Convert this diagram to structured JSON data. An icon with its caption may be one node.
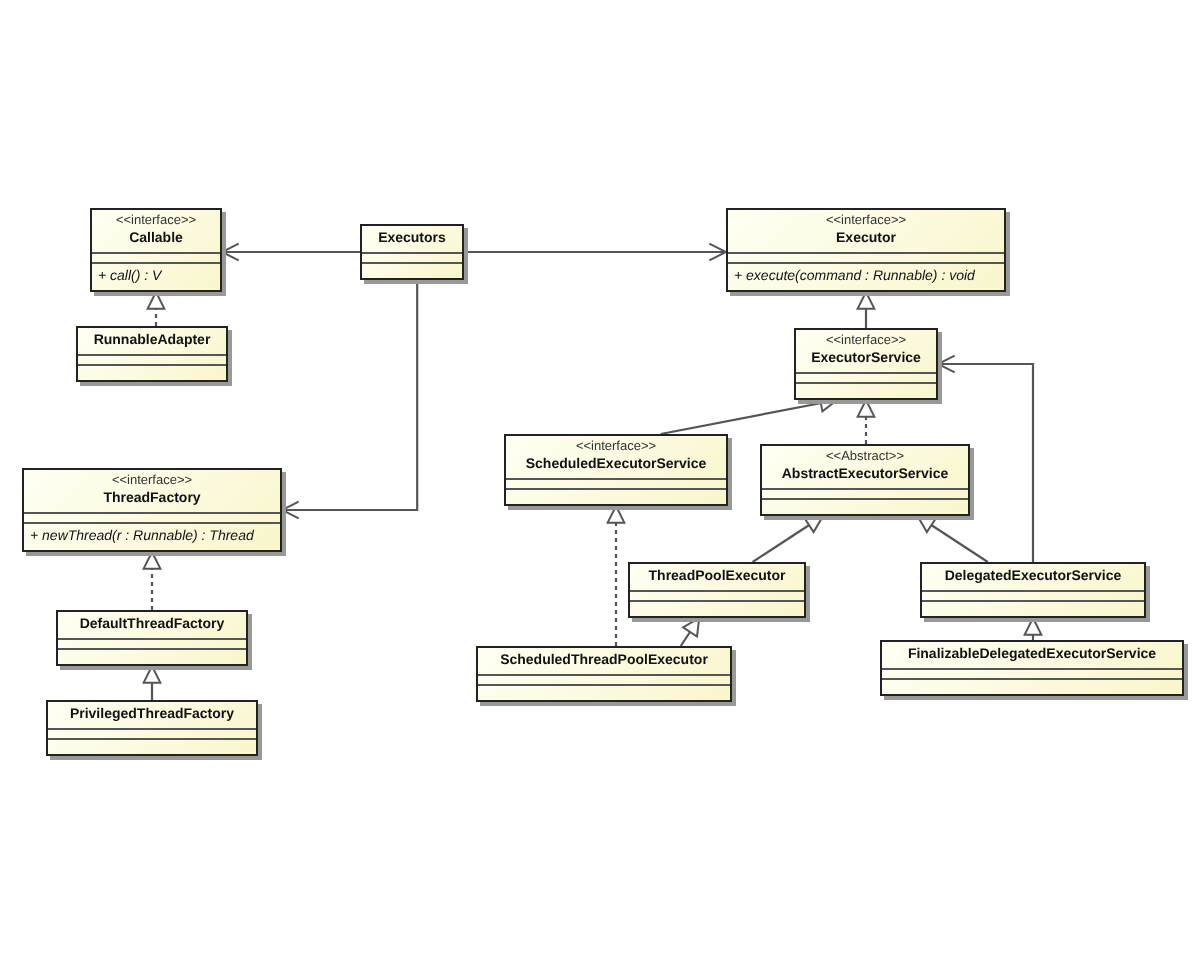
{
  "diagram": {
    "nodes": [
      {
        "text": [
          "<<interface>>",
          "Callable",
          "+ call() : V"
        ]
      },
      {
        "text": [
          "Executors"
        ]
      },
      {
        "text": [
          "<<interface>>",
          "Executor",
          "+ execute(command : Runnable) : void"
        ]
      },
      {
        "text": [
          "RunnableAdapter"
        ]
      },
      {
        "text": [
          "<<interface>>",
          "ExecutorService"
        ]
      },
      {
        "text": [
          "<<interface>>",
          "ThreadFactory",
          "+ newThread(r : Runnable) : Thread"
        ]
      },
      {
        "text": [
          "<<interface>>",
          "ScheduledExecutorService"
        ]
      },
      {
        "text": [
          "<<Abstract>>",
          "AbstractExecutorService"
        ]
      },
      {
        "text": [
          "DefaultThreadFactory"
        ]
      },
      {
        "text": [
          "ThreadPoolExecutor"
        ]
      },
      {
        "text": [
          "DelegatedExecutorService"
        ]
      },
      {
        "text": [
          "PrivilegedThreadFactory"
        ]
      },
      {
        "text": [
          "ScheduledThreadPoolExecutor"
        ]
      },
      {
        "text": [
          "FinalizableDelegatedExecutorService"
        ]
      }
    ],
    "edges": [
      {
        "from": 1,
        "to": 0,
        "arrow": "to"
      },
      {
        "from": 1,
        "to": 2,
        "arrow": "to"
      },
      {
        "from": 1,
        "to": 5,
        "arrow": "to"
      },
      {
        "from": 3,
        "to": 0,
        "arrow": "to",
        "style": "dashed"
      },
      {
        "from": 4,
        "to": 2,
        "arrow": "to"
      },
      {
        "from": 6,
        "to": 4,
        "arrow": "to"
      },
      {
        "from": 7,
        "to": 4,
        "arrow": "to",
        "style": "dashed"
      },
      {
        "from": 10,
        "to": 4,
        "arrow": "to"
      },
      {
        "from": 8,
        "to": 5,
        "arrow": "to",
        "style": "dashed"
      },
      {
        "from": 11,
        "to": 8,
        "arrow": "to"
      },
      {
        "from": 9,
        "to": 7,
        "arrow": "to"
      },
      {
        "from": 10,
        "to": 7,
        "arrow": "to"
      },
      {
        "from": 12,
        "to": 6,
        "arrow": "to",
        "style": "dashed"
      },
      {
        "from": 12,
        "to": 9,
        "arrow": "to"
      },
      {
        "from": 13,
        "to": 10,
        "arrow": "to"
      }
    ]
  }
}
